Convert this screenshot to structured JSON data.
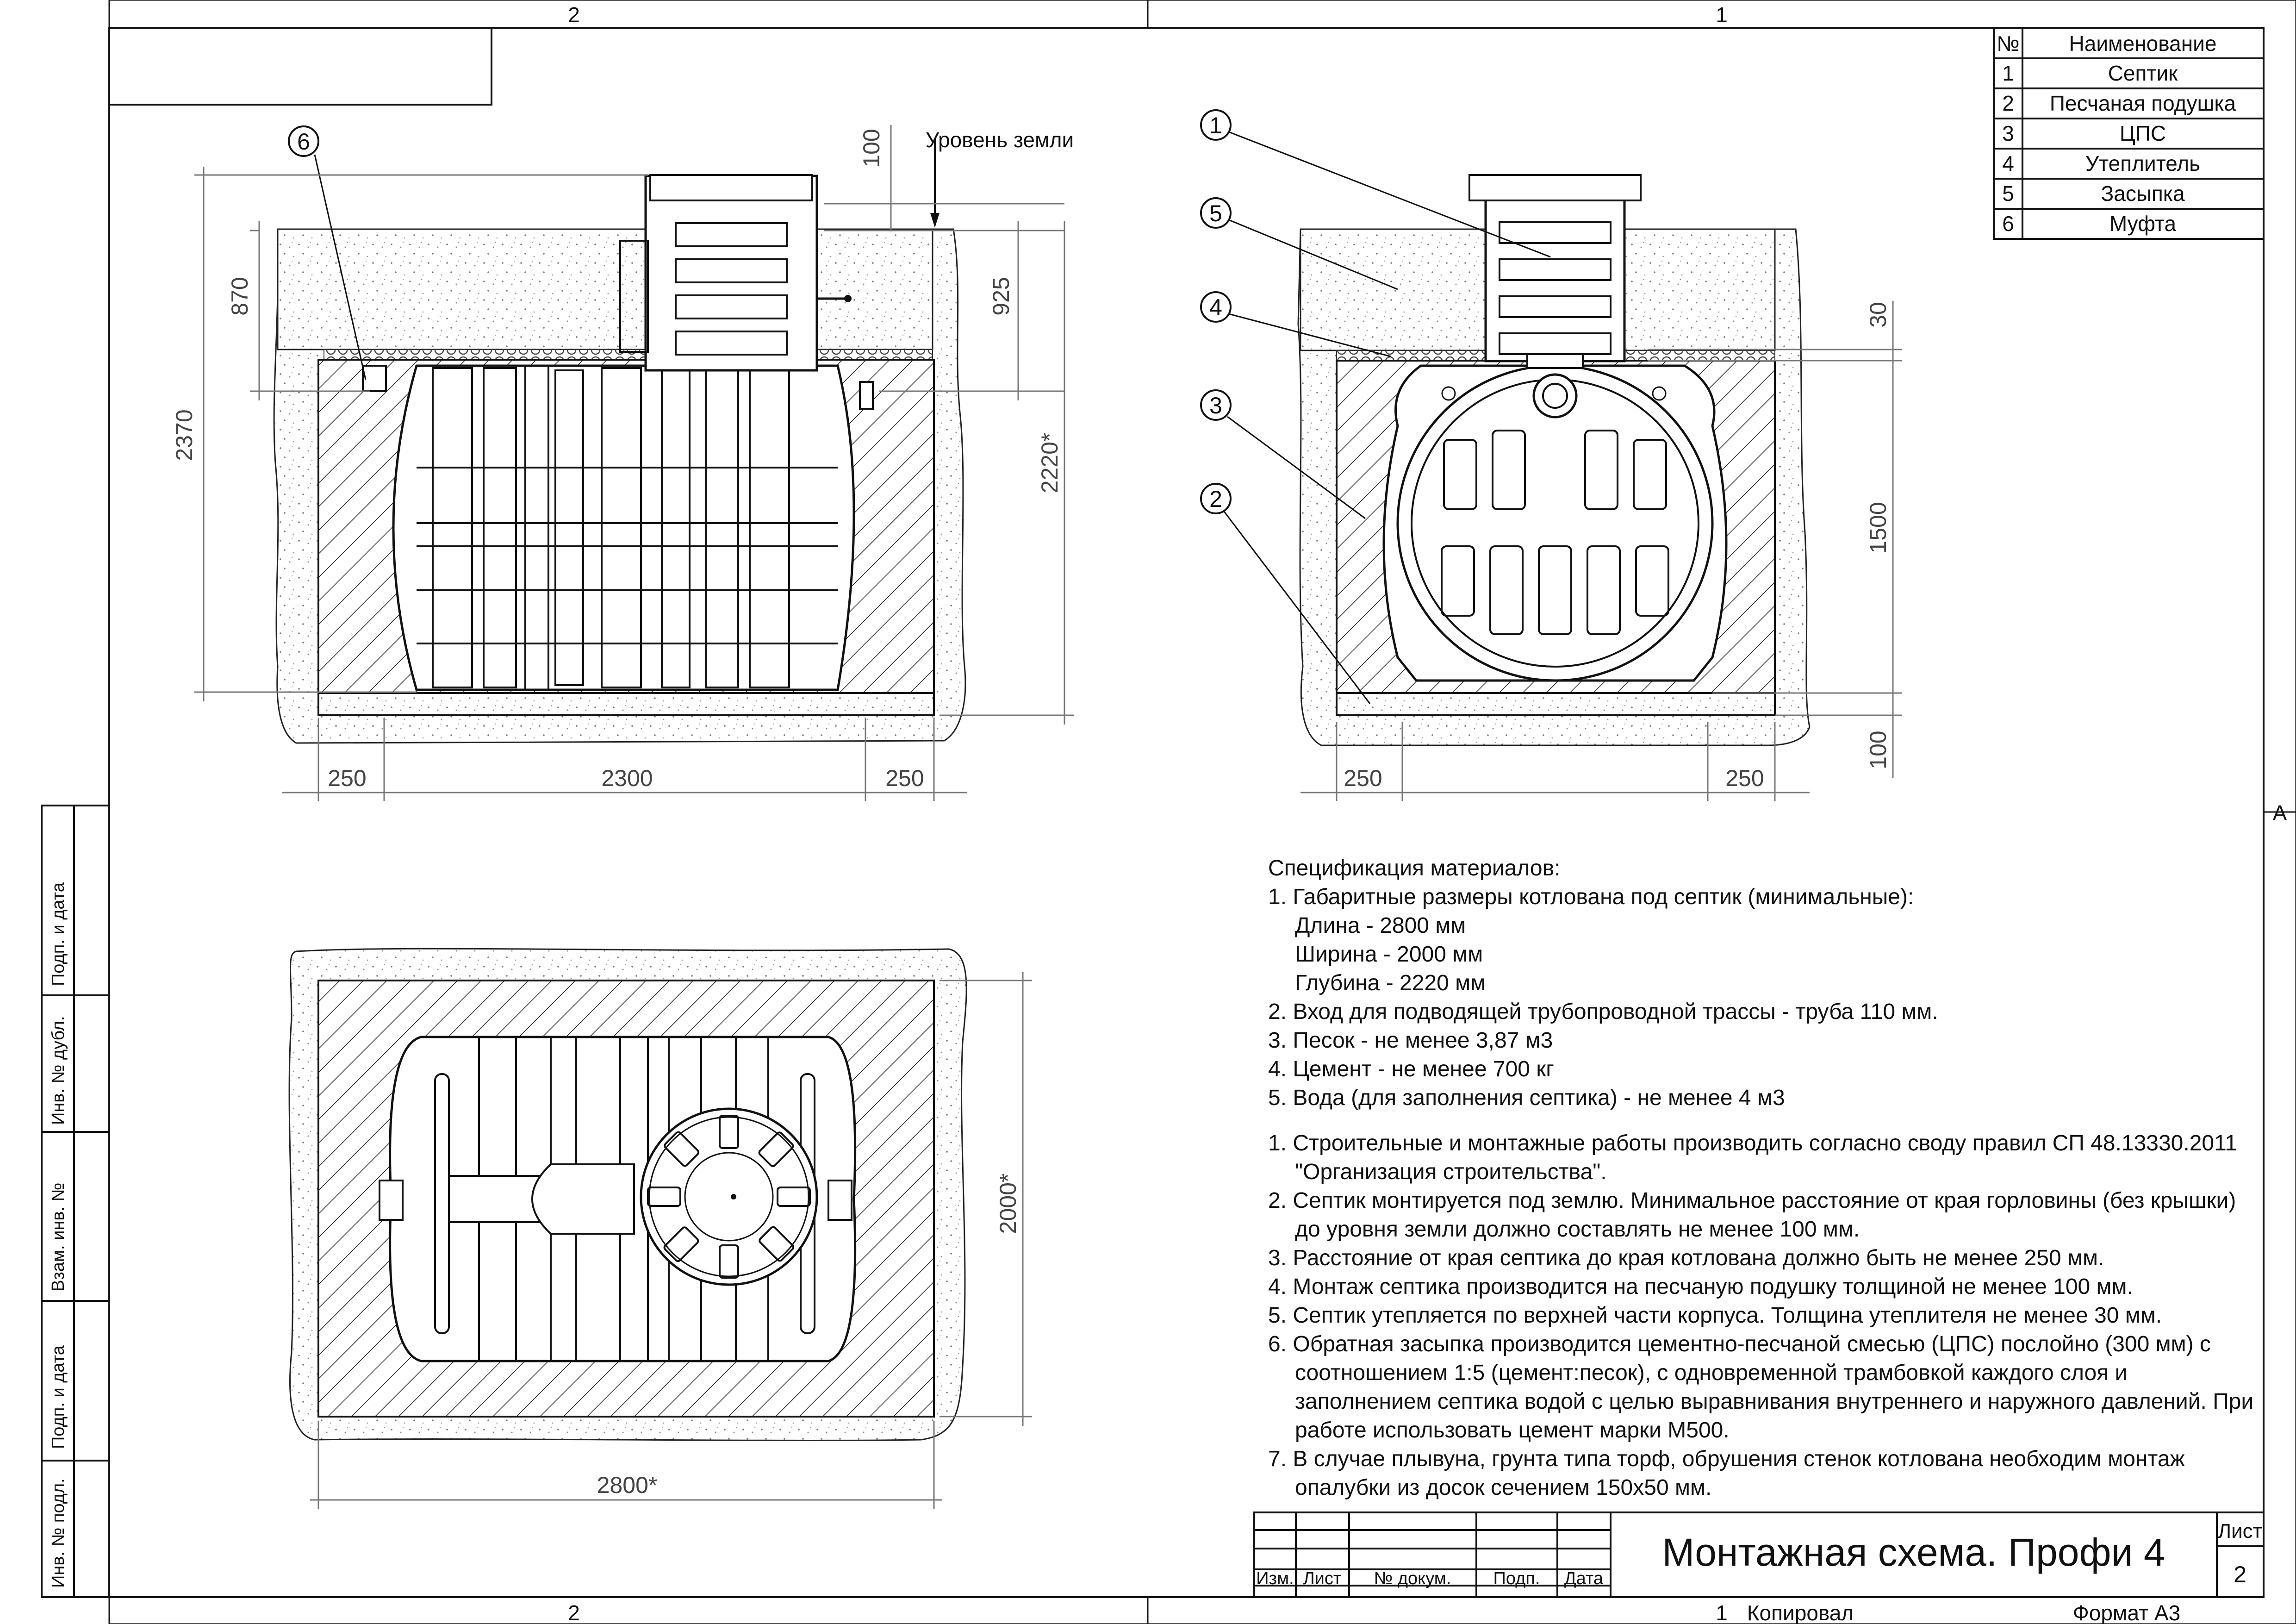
{
  "sheet": {
    "zone_top_left": "2",
    "zone_top_right": "1",
    "zone_bottom_left": "2",
    "zone_bottom_right": "1",
    "zone_right": "A",
    "copied": "Копировал",
    "format": "Формат А3"
  },
  "side_stamp": [
    "Подп. и дата",
    "Инв. № дубл.",
    "Взам. инв. №",
    "Подп. и дата",
    "Инв. № подл."
  ],
  "parts_table": {
    "header_num": "№",
    "header_name": "Наименование",
    "rows": [
      {
        "num": "1",
        "name": "Септик"
      },
      {
        "num": "2",
        "name": "Песчаная подушка"
      },
      {
        "num": "3",
        "name": "ЦПС"
      },
      {
        "num": "4",
        "name": "Утеплитель"
      },
      {
        "num": "5",
        "name": "Засыпка"
      },
      {
        "num": "6",
        "name": "Муфта"
      }
    ]
  },
  "front_view": {
    "ground_level": "Уровень земли",
    "dims": {
      "d100": "100",
      "d870": "870",
      "d2370": "2370",
      "d925": "925",
      "d2220": "2220*",
      "d250a": "250",
      "d2300": "2300",
      "d250b": "250"
    },
    "callout": "6"
  },
  "side_view": {
    "dims": {
      "d30": "30",
      "d1500": "1500",
      "d100": "100",
      "d250a": "250",
      "d250b": "250"
    },
    "callouts": [
      "1",
      "5",
      "4",
      "3",
      "2"
    ]
  },
  "plan_view": {
    "dims": {
      "d2000": "2000*",
      "d2800": "2800*"
    }
  },
  "spec": {
    "title": "Спецификация материалов:",
    "line1": "1. Габаритные размеры котлована под септик (минимальные):",
    "length": "Длина - 2800 мм",
    "width": "Ширина - 2000 мм",
    "depth": "Глубина - 2220 мм",
    "line2": "2. Вход для подводящей трубопроводной трассы - труба 110 мм.",
    "line3": "3. Песок - не менее 3,87 м3",
    "line4": "4. Цемент - не менее 700 кг",
    "line5": "5. Вода (для заполнения септика) - не менее 4 м3",
    "notes": [
      "1. Строительные и монтажные работы производить согласно своду правил СП 48.13330.2011 \"Организация строительства\".",
      "2. Септик монтируется под землю. Минимальное расстояние от края горловины (без крышки) до уровня земли должно составлять не менее 100 мм.",
      "3. Расстояние от края септика до края котлована должно быть не менее 250 мм.",
      "4. Монтаж септика производится на песчаную подушку толщиной не менее 100 мм.",
      "5. Септик утепляется по верхней части корпуса. Толщина утеплителя не менее 30 мм.",
      "6. Обратная засыпка производится цементно-песчаной смесью (ЦПС) послойно (300 мм) с соотношением 1:5 (цемент:песок), с одновременной трамбовкой каждого слоя и заполнением септика водой с целью выравнивания внутреннего и наружного давлений. При работе использовать цемент марки М500.",
      "7. В случае плывуна, грунта типа торф, обрушения стенок котлована необходим монтаж опалубки из досок сечением 150х50 мм."
    ]
  },
  "title_block": {
    "title": "Монтажная схема. Профи 4",
    "col_izm": "Изм.",
    "col_list": "Лист",
    "col_doc": "№ докум.",
    "col_sign": "Подп.",
    "col_date": "Дата",
    "sheet_label": "Лист",
    "sheet_num": "2"
  }
}
